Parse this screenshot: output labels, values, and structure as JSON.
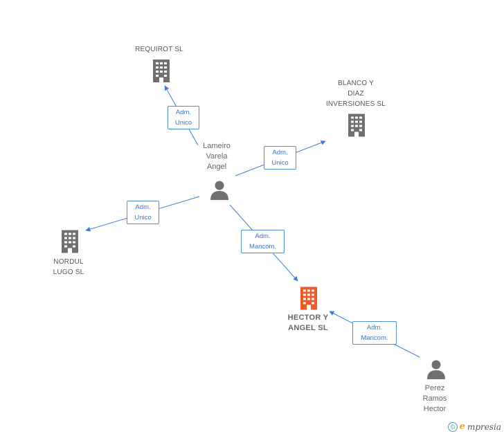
{
  "nodes": {
    "requirot": {
      "label_lines": [
        "REQUIROT SL"
      ],
      "color": "#707070"
    },
    "blanco": {
      "label_lines": [
        "BLANCO Y",
        "DIAZ",
        "INVERSIONES SL"
      ],
      "color": "#707070"
    },
    "lameiro": {
      "label_lines": [
        "Lameiro",
        "Varela",
        "Angel"
      ],
      "color": "#707070"
    },
    "nordul": {
      "label_lines": [
        "NORDUL",
        "LUGO SL"
      ],
      "color": "#707070"
    },
    "hector_angel": {
      "label_lines": [
        "HECTOR Y",
        "ANGEL SL"
      ],
      "color": "#f05a28"
    },
    "perez": {
      "label_lines": [
        "Perez",
        "Ramos",
        "Hector"
      ],
      "color": "#707070"
    }
  },
  "edges": [
    {
      "id": "e1",
      "label_lines": [
        "Adm.",
        "Unico"
      ]
    },
    {
      "id": "e2",
      "label_lines": [
        "Adm.",
        "Unico"
      ]
    },
    {
      "id": "e3",
      "label_lines": [
        "Adm.",
        "Unico"
      ]
    },
    {
      "id": "e4",
      "label_lines": [
        "Adm.",
        "Mancom."
      ]
    },
    {
      "id": "e5",
      "label_lines": [
        "Adm.",
        "Mancom."
      ]
    }
  ],
  "colors": {
    "edge": "#3a7fd5"
  },
  "footer": {
    "copyright_symbol": "©",
    "brand_initial": "e",
    "brand_rest": "mpresia"
  }
}
